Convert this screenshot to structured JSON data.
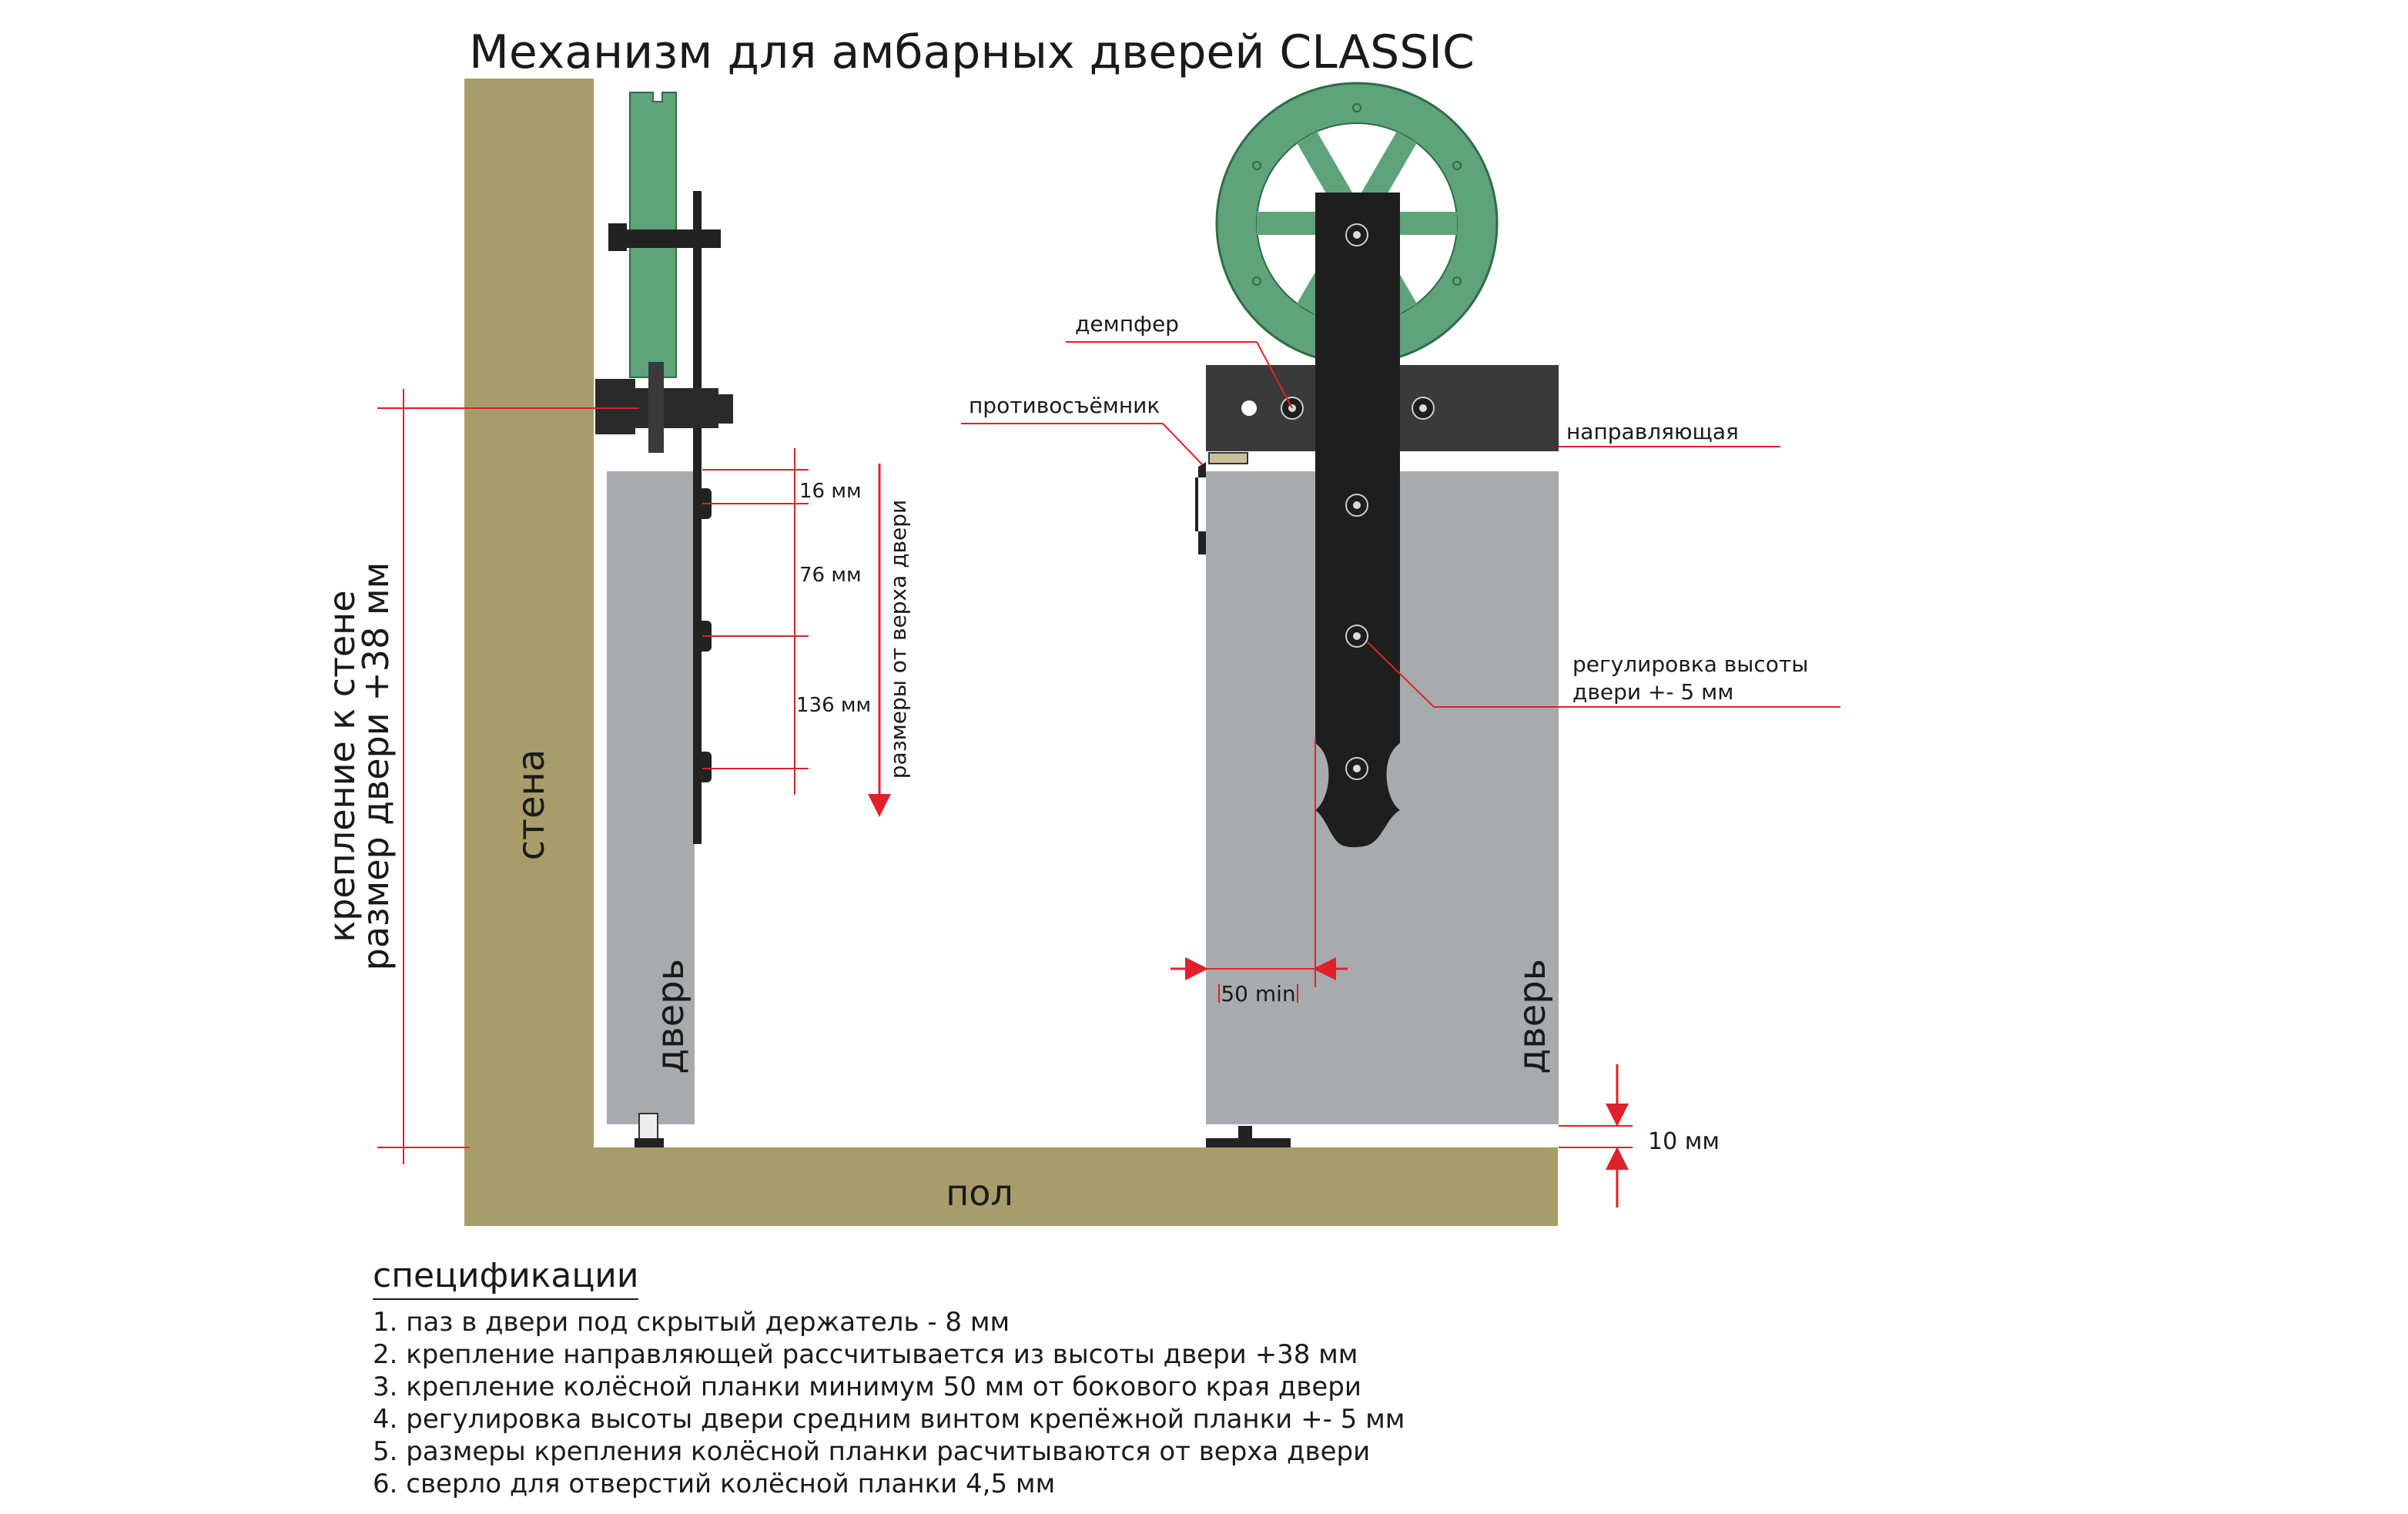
{
  "title": "Механизм для амбарных дверей CLASSIC",
  "labels": {
    "wall": "стена",
    "floor": "пол",
    "door_left": "дверь",
    "door_right": "дверь",
    "wall_mount_line1": "крепление к стене",
    "wall_mount_line2": "размер двери +38 мм",
    "dims_from_top": "размеры от верха двери",
    "dim_16": "16 мм",
    "dim_76": "76 мм",
    "dim_136": "136 мм",
    "dim_50min": "50 min",
    "dim_10": "10 мм",
    "damper": "демпфер",
    "anti_lift": "противосъёмник",
    "rail": "направляющая",
    "height_adj_line1": "регулировка высоты",
    "height_adj_line2": "двери +- 5 мм"
  },
  "specs": {
    "title": "спецификации",
    "items": [
      "1. паз в двери под скрытый держатель - 8 мм",
      "2. крепление направляющей рассчитывается из высоты двери +38 мм",
      "3. крепление колёсной планки минимум 50 мм от бокового края двери",
      "4. регулировка высоты двери средним винтом крепёжной планки +- 5 мм",
      "5. размеры крепления колёсной планки расчитываются от верха двери",
      "6. сверло для отверстий колёсной планки 4,5 мм"
    ]
  },
  "colors": {
    "wall": "#a89c6a",
    "door": "#a8abad",
    "wheel": "#5ea37a",
    "hardware": "#222222",
    "rail": "#3a3a3a",
    "dimension": "#e0202a"
  }
}
